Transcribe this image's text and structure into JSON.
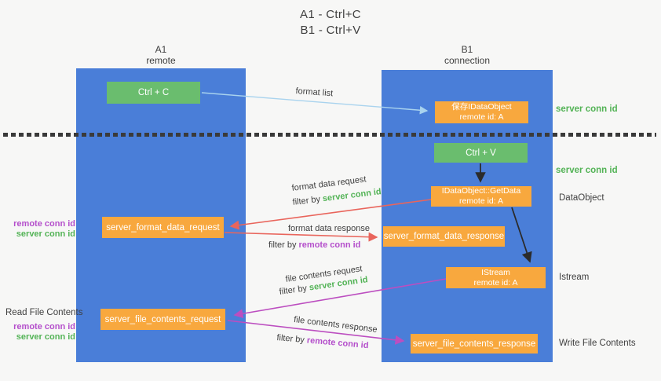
{
  "title": {
    "line1": "A1 - Ctrl+C",
    "line2": "B1 - Ctrl+V"
  },
  "columns": {
    "left": {
      "name": "A1",
      "role": "remote"
    },
    "right": {
      "name": "B1",
      "role": "connection"
    }
  },
  "nodes": {
    "ctrl_c": "Ctrl + C",
    "ctrl_v": "Ctrl + V",
    "save_idataobject": {
      "line1": "保存IDataObject",
      "line2": "remote id: A"
    },
    "idataobject_getdata": {
      "line1": "IDataObject::GetData",
      "line2": "remote id: A"
    },
    "istream": {
      "line1": "IStream",
      "line2": "remote id: A"
    },
    "server_format_data_request": "server_format_data_request",
    "server_format_data_response": "server_format_data_response",
    "server_file_contents_request": "server_file_contents_request",
    "server_file_contents_response": "server_file_contents_response"
  },
  "arrow_labels": {
    "format_list": "format list",
    "format_data_request": "format data request",
    "format_data_response": "format data response",
    "file_contents_request": "file contents request",
    "file_contents_response": "file contents response",
    "filter_by": "filter by"
  },
  "annotations": {
    "server_conn_id": "server conn id",
    "remote_conn_id": "remote conn id",
    "dataobject": "DataObject",
    "istream": "Istream",
    "read_file_contents": "Read File Contents",
    "write_file_contents": "Write File Contents"
  },
  "colors": {
    "background": "#f7f7f6",
    "column_blue": "#4a7ed8",
    "node_green": "#6abd6e",
    "node_orange": "#f8a83e",
    "arrow_red": "#e9655c",
    "arrow_magenta": "#bc4ec0",
    "arrow_blue": "#a9d3ee",
    "arrow_black": "#2b2b2b",
    "text_green": "#53b356",
    "text_purple": "#b44ecb",
    "text_dark": "#3f3f3f"
  }
}
